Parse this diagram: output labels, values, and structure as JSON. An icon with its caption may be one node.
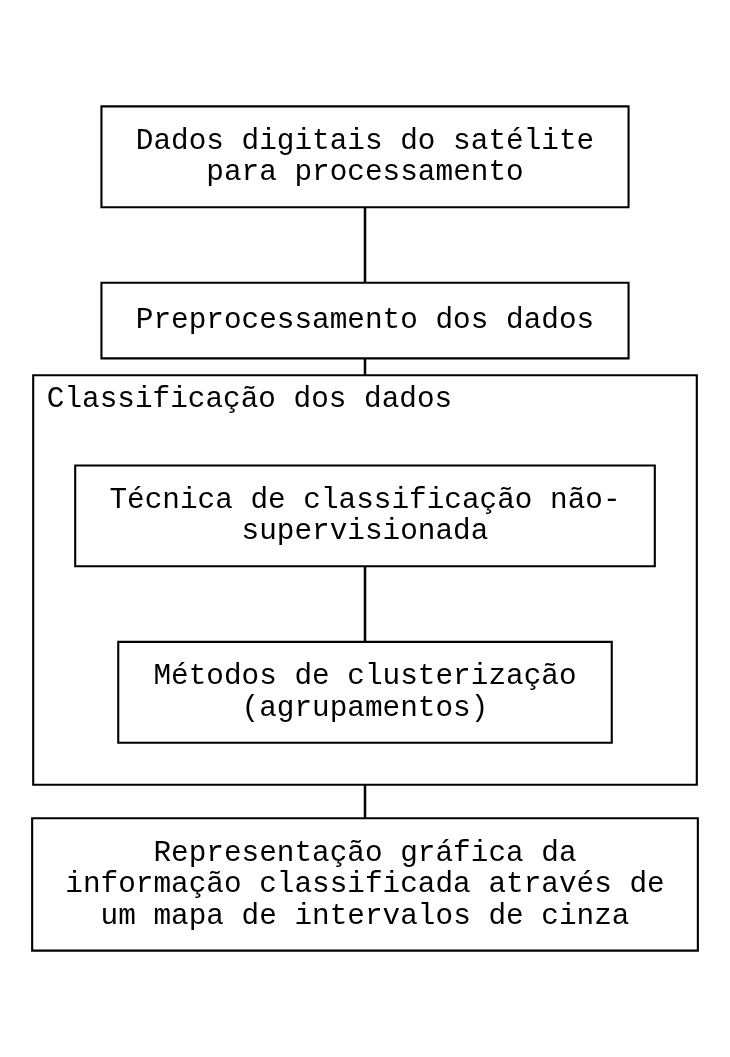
{
  "diagram": {
    "nodes": [
      {
        "text": [
          "Dados digitais do satélite para processamento"
        ]
      },
      {
        "text": [
          "Preprocessamento dos dados"
        ]
      },
      {
        "text": [
          "Classificação dos dados"
        ]
      },
      {
        "text": [
          "Técnica de classificação não-supervisionada"
        ],
        "in": 2
      },
      {
        "text": [
          "Métodos de clusterização (agrupamentos)"
        ],
        "in": 2
      },
      {
        "text": [
          "Representação gráfica da informação classificada através de um mapa de intervalos de cinza"
        ]
      }
    ],
    "edges": [
      {
        "from": 0,
        "to": 1,
        "arrow": "none"
      },
      {
        "from": 1,
        "to": 2,
        "arrow": "none"
      },
      {
        "from": 3,
        "to": 4,
        "arrow": "none"
      },
      {
        "from": 2,
        "to": 5,
        "arrow": "none"
      }
    ]
  }
}
